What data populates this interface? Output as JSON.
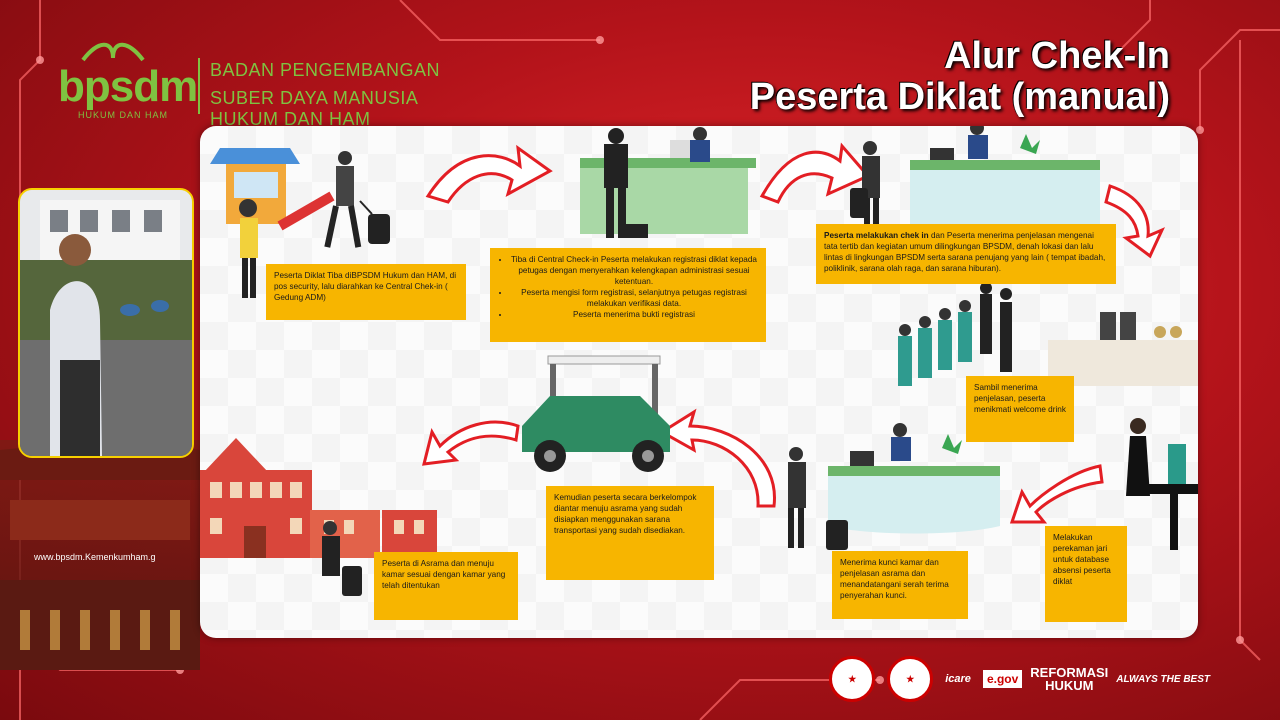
{
  "header": {
    "logo_word": "bpsdm",
    "logo_sub": "HUKUM DAN HAM",
    "org_line1": "BADAN PENGEMBANGAN",
    "org_line2": "SUBER DAYA MANUSIA HUKUM DAN HAM",
    "title_line1": "Alur Chek-In",
    "title_line2": "Peserta Diklat (manual)"
  },
  "steps": {
    "step1": "Peserta Diklat Tiba diBPSDM Hukum dan HAM, di pos security, lalu diarahkan ke Central Chek-in ( Gedung ADM)",
    "step2_items": [
      "Tiba di Central Check-in Peserta melakukan registrasi diklat kepada petugas dengan menyerahkan kelengkapan administrasi sesuai ketentuan.",
      "Peserta mengisi form registrasi, selanjutnya petugas registrasi melakukan verifikasi data.",
      "Peserta menerima bukti registrasi"
    ],
    "step3_bold": "Peserta melakukan chek in",
    "step3_text": " dan Peserta menerima penjelasan mengenai tata tertib dan kegiatan umum dilingkungan BPSDM, denah lokasi dan lalu lintas di lingkungan BPSDM serta sarana penujang yang lain ( tempat ibadah, poliklinik, sarana olah raga, dan sarana hiburan).",
    "step4": "Sambil menerima penjelasan, peserta menikmati welcome drink",
    "step5": "Melakukan perekaman jari untuk database absensi peserta diklat",
    "step6": "Menerima kunci kamar dan penjelasan asrama dan menandatangani serah terima penyerahan kunci.",
    "step7": "Kemudian peserta secara berkelompok diantar menuju asrama yang sudah disiapkan menggunakan sarana transportasi yang sudah disediakan.",
    "step8": "Peserta di Asrama dan menuju kamar sesuai dengan kamar yang telah ditentukan"
  },
  "photo": {
    "url_text": "www.bpsdm.Kemenkumham.g"
  },
  "footer_badges": [
    "icare",
    "e.gov",
    "REFORMASI HUKUM",
    "ALWAYS THE BEST"
  ],
  "colors": {
    "note": "#f7b500",
    "arrow": "#e31e24",
    "green": "#7fc241"
  }
}
